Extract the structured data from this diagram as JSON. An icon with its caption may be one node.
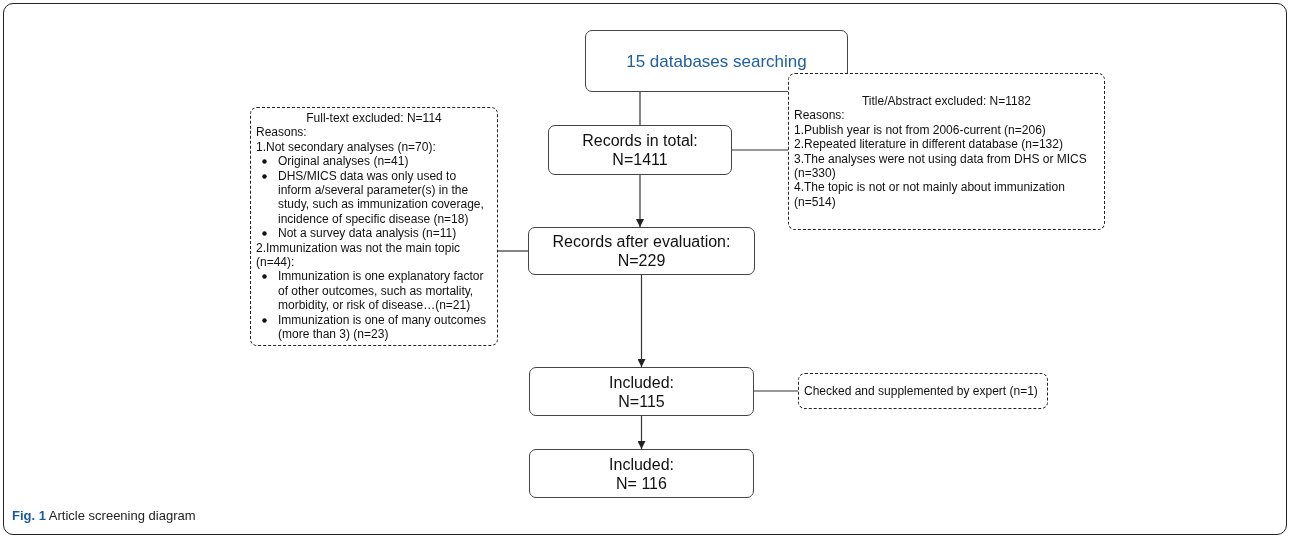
{
  "diagram": {
    "caption": "**Fig. 1** Article screening diagram",
    "nodes": [
      {
        "text": [
          "15 databases searching"
        ]
      },
      {
        "text": [
          "Records in total:",
          "N=1411"
        ]
      },
      {
        "text": [
          "Title/Abstract excluded: N=1182",
          "Reasons:",
          "1.Publish year is not from 2006-current (n=206)",
          "2.Repeated literature in different database (n=132)",
          "3.The analyses were not using data from DHS or MICS (n=330)",
          "4.The topic is not or not mainly about immunization (n=514)"
        ]
      },
      {
        "text": [
          "Full-text excluded: N=114",
          "Reasons:",
          "1.Not secondary analyses (n=70):",
          "Original analyses (n=41)",
          "DHS/MICS data was only used to inform a/several parameter(s) in the study, such as immunization coverage, incidence of specific disease (n=18)",
          "Not a survey data analysis (n=11)",
          "2.Immunization was not the main topic (n=44):",
          "Immunization is one explanatory factor of other outcomes, such as mortality, morbidity, or risk of disease…(n=21)",
          "Immunization is one of many outcomes (more than 3) (n=23)"
        ]
      },
      {
        "text": [
          "Records after evaluation:",
          "N=229"
        ]
      },
      {
        "text": [
          "Included:",
          "N=115"
        ]
      },
      {
        "text": [
          "Checked and supplemented by expert (n=1)"
        ]
      },
      {
        "text": [
          "Included:",
          "N= 116"
        ]
      }
    ],
    "edges": [
      {
        "from": 0,
        "to": 1,
        "arrow": "none"
      },
      {
        "from": 1,
        "to": 2,
        "arrow": "none"
      },
      {
        "from": 1,
        "to": 4,
        "arrow": "to"
      },
      {
        "from": 3,
        "to": 4,
        "arrow": "none"
      },
      {
        "from": 4,
        "to": 5,
        "arrow": "to"
      },
      {
        "from": 5,
        "to": 6,
        "arrow": "none"
      },
      {
        "from": 5,
        "to": 7,
        "arrow": "to"
      }
    ]
  }
}
